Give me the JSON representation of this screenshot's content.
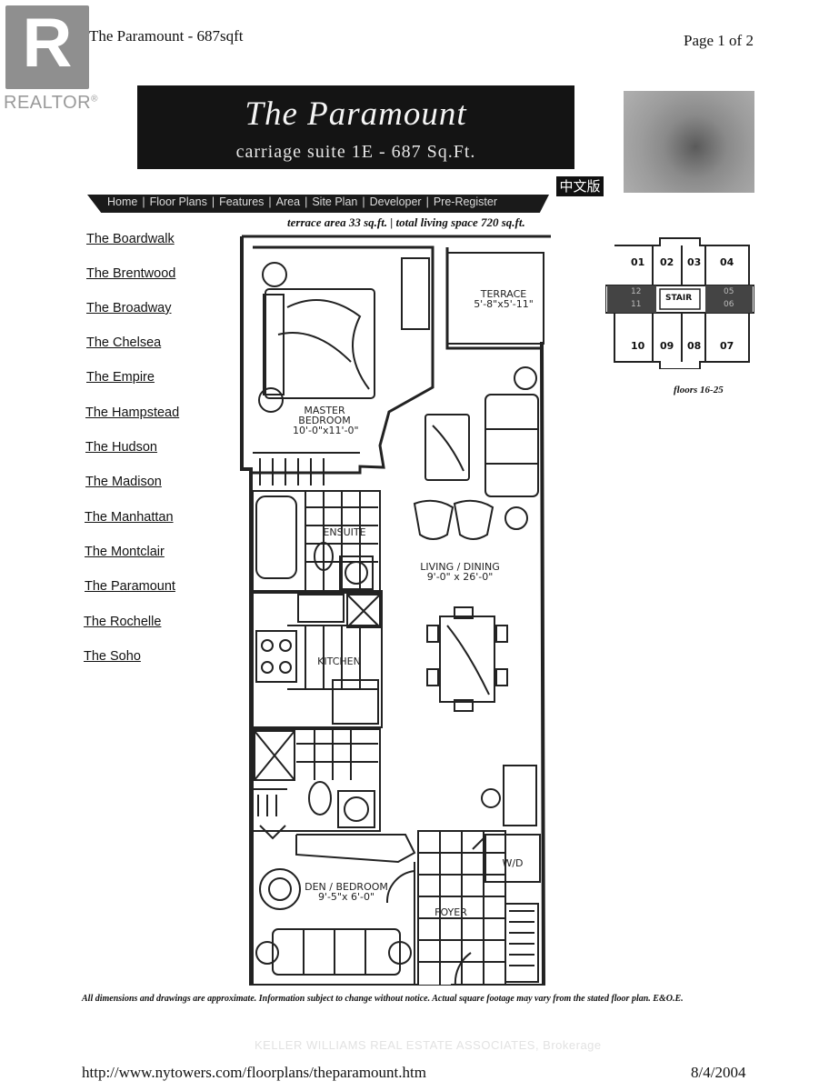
{
  "logo": {
    "letter": "R",
    "word": "REALTOR",
    "reg": "®"
  },
  "header": {
    "left": "The Paramount - 687sqft",
    "right": "Page 1 of 2"
  },
  "banner": {
    "title": "The Paramount",
    "subtitle": "carriage suite 1E - 687 Sq.Ft."
  },
  "chinese_link": "中文版",
  "nav": [
    "Home",
    "Floor Plans",
    "Features",
    "Area",
    "Site Plan",
    "Developer",
    "Pre-Register"
  ],
  "terrace_note": "terrace area 33 sq.ft. | total living space 720 sq.ft.",
  "sidebar": [
    "The Boardwalk",
    "The Brentwood",
    "The Broadway",
    "The Chelsea",
    "The Empire",
    "The Hampstead",
    "The Hudson",
    "The Madison",
    "The Manhattan",
    "The Montclair",
    "The Paramount",
    "The Rochelle",
    "The Soho"
  ],
  "rooms": {
    "terrace": [
      "TERRACE",
      "5'-8\"x5'-11\""
    ],
    "master": [
      "MASTER",
      "BEDROOM",
      "10'-0\"x11'-0\""
    ],
    "ensuite": "ENSUITE",
    "living": [
      "LIVING / DINING",
      "9'-0\" x 26'-0\""
    ],
    "kitchen": "KITCHEN",
    "wd": "W/D",
    "den": [
      "DEN / BEDROOM",
      "9'-5\"x 6'-0\""
    ],
    "foyer": "FOYER"
  },
  "keyplate": {
    "top_units": [
      "01",
      "02",
      "03",
      "04"
    ],
    "bottom_units": [
      "10",
      "09",
      "08",
      "07"
    ],
    "left_units": [
      "12",
      "11"
    ],
    "right_units": [
      "05",
      "06"
    ],
    "core": "STAIR",
    "caption": "floors 16-25"
  },
  "disclaimer": "All dimensions and drawings are approximate. Information subject to change without notice. Actual square footage may vary from the stated floor plan. E&O.E.",
  "brokerage": "KELLER WILLIAMS REAL ESTATE ASSOCIATES, Brokerage",
  "footer": {
    "url": "http://www.nytowers.com/floorplans/theparamount.htm",
    "date": "8/4/2004"
  }
}
